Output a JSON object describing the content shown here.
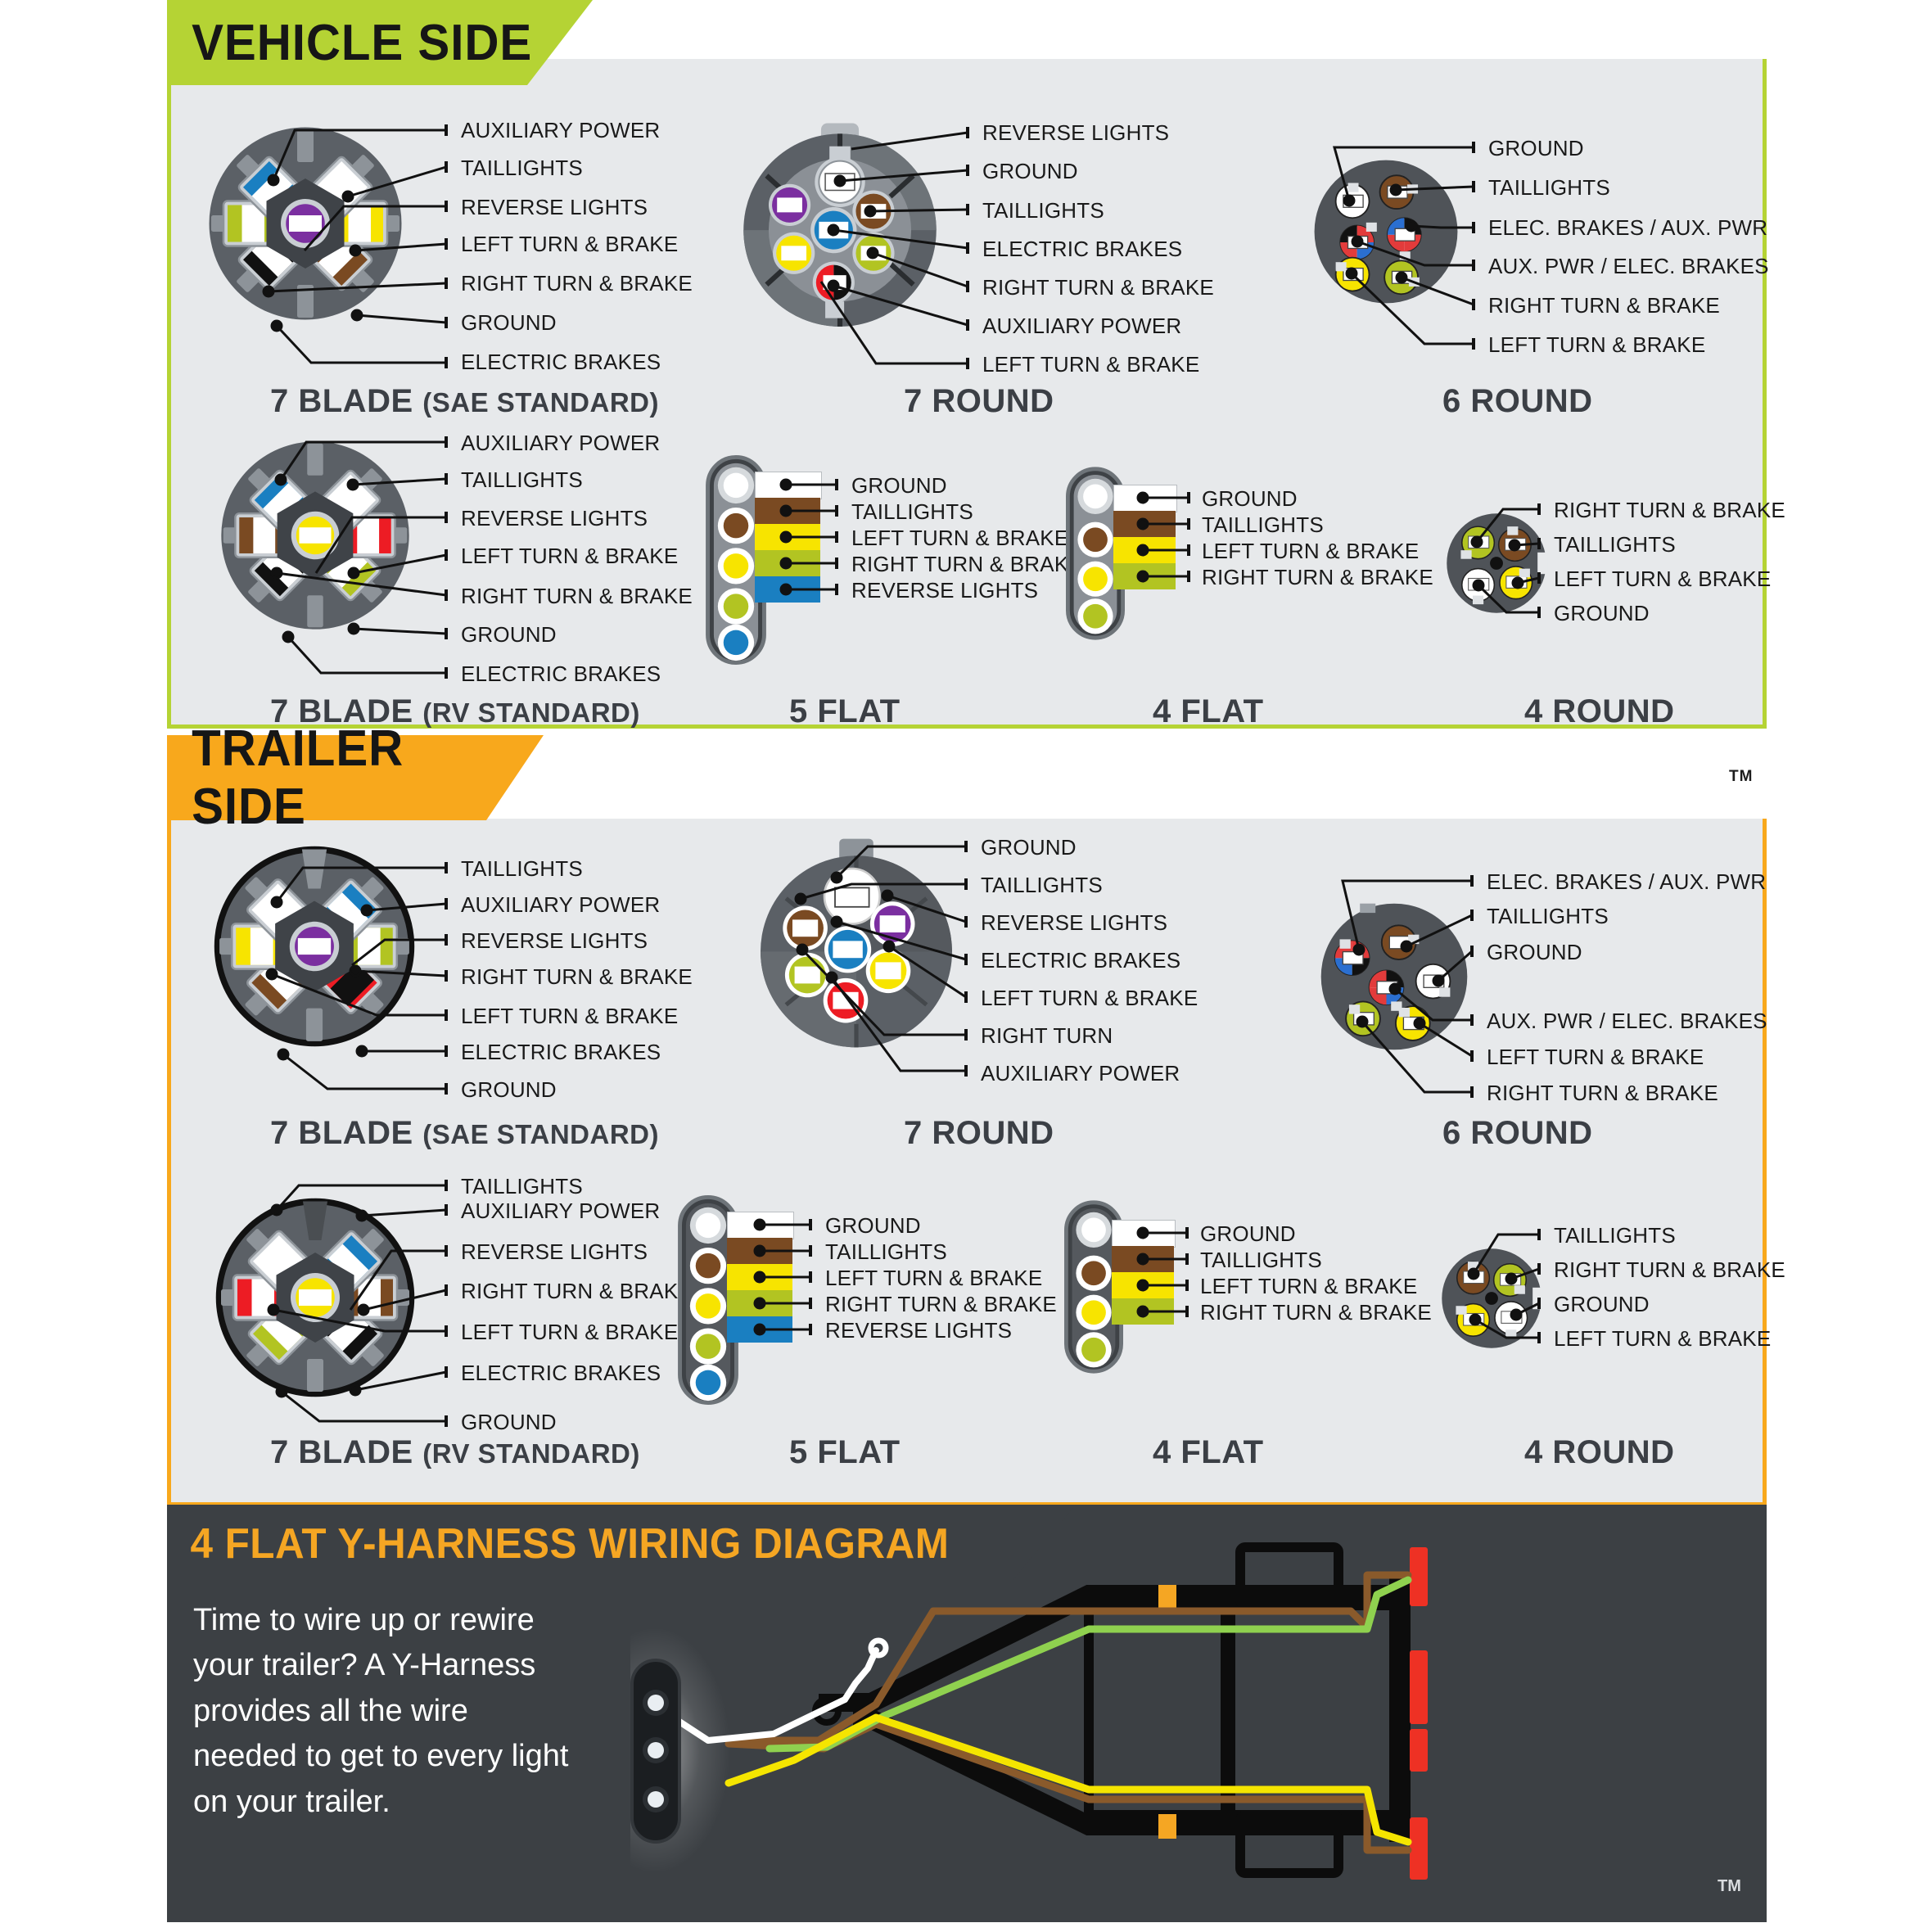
{
  "colors": {
    "vehicle_banner": "#b5d334",
    "trailer_banner": "#f8a81c",
    "panel_bg": "#e7e9eb",
    "dark_block": "#3c4044",
    "accent_orange": "#f5a623",
    "title_gray": "#3b3f45",
    "wire_white": "#ffffff",
    "wire_brown": "#7a4a22",
    "wire_yellow": "#f7e400",
    "wire_green": "#b2c422",
    "wire_blue": "#1a7fc1",
    "wire_red": "#ed1c24",
    "wire_black": "#111111",
    "wire_purple": "#7b2fa0"
  },
  "sections": [
    {
      "id": "vehicle",
      "banner": "VEHICLE SIDE",
      "tm": "TM"
    },
    {
      "id": "trailer",
      "banner": "TRAILER SIDE",
      "tm": "TM"
    }
  ],
  "connectors": {
    "vehicle": [
      {
        "id": "v-7blade-sae",
        "title": "7 BLADE",
        "subtitle": "(SAE STANDARD)",
        "type": "blade7",
        "labels": [
          "AUXILIARY POWER",
          "TAILLIGHTS",
          "REVERSE LIGHTS",
          "LEFT TURN & BRAKE",
          "RIGHT TURN & BRAKE",
          "GROUND",
          "ELECTRIC BRAKES"
        ],
        "pin_colors": {
          "upper_left": "#111111",
          "upper_right": "#7a4a22",
          "left": "#b2c422",
          "center": "#7b2fa0",
          "right": "#f7e400",
          "lower_left": "#1a7fc1",
          "lower_right": "#ffffff"
        }
      },
      {
        "id": "v-7round",
        "title": "7 ROUND",
        "subtitle": "",
        "type": "round7",
        "labels": [
          "REVERSE LIGHTS",
          "GROUND",
          "TAILLIGHTS",
          "ELECTRIC BRAKES",
          "RIGHT TURN & BRAKE",
          "AUXILIARY POWER",
          "LEFT TURN & BRAKE"
        ],
        "pin_colors": {
          "top": "#ffffff",
          "upper_left": "#7b2fa0",
          "upper_right": "#7a4a22",
          "center": "#1a7fc1",
          "lower_left": "#f7e400",
          "lower_right": "#b2c422",
          "bottom": "#ed1c24"
        }
      },
      {
        "id": "v-6round",
        "title": "6 ROUND",
        "subtitle": "",
        "type": "round6",
        "labels": [
          "GROUND",
          "TAILLIGHTS",
          "ELEC. BRAKES / AUX. PWR",
          "AUX. PWR / ELEC. BRAKES",
          "RIGHT TURN & BRAKE",
          "LEFT TURN & BRAKE"
        ],
        "pin_colors": {
          "top_left": "#ffffff",
          "top_right": "#7a4a22",
          "mid_left": "#e23b3b",
          "mid_right": "#2b6fd0",
          "low_left": "#f7e400",
          "low_right": "#b2c422"
        }
      },
      {
        "id": "v-7blade-rv",
        "title": "7 BLADE",
        "subtitle": "(RV STANDARD)",
        "type": "blade7",
        "labels": [
          "AUXILIARY POWER",
          "TAILLIGHTS",
          "REVERSE LIGHTS",
          "LEFT TURN & BRAKE",
          "RIGHT TURN & BRAKE",
          "GROUND",
          "ELECTRIC BRAKES"
        ],
        "pin_colors": {
          "upper_left": "#111111",
          "upper_right": "#b2c422",
          "left": "#7a4a22",
          "center": "#f7e400",
          "right": "#ed1c24",
          "lower_left": "#1a7fc1",
          "lower_right": "#ffffff"
        }
      },
      {
        "id": "v-5flat",
        "title": "5 FLAT",
        "subtitle": "",
        "type": "flat5",
        "labels": [
          "GROUND",
          "TAILLIGHTS",
          "LEFT TURN & BRAKE",
          "RIGHT TURN & BRAKE",
          "REVERSE LIGHTS"
        ],
        "swatches": [
          "#ffffff",
          "#7a4a22",
          "#f7e400",
          "#b2c422",
          "#1a7fc1"
        ]
      },
      {
        "id": "v-4flat",
        "title": "4 FLAT",
        "subtitle": "",
        "type": "flat4",
        "labels": [
          "GROUND",
          "TAILLIGHTS",
          "LEFT TURN & BRAKE",
          "RIGHT TURN & BRAKE"
        ],
        "swatches": [
          "#ffffff",
          "#7a4a22",
          "#f7e400",
          "#b2c422"
        ]
      },
      {
        "id": "v-4round",
        "title": "4 ROUND",
        "subtitle": "",
        "type": "round4",
        "labels": [
          "RIGHT TURN & BRAKE",
          "TAILLIGHTS",
          "LEFT TURN & BRAKE",
          "GROUND"
        ],
        "pin_colors": {
          "top_left": "#b2c422",
          "top_right": "#7a4a22",
          "low_left": "#ffffff",
          "low_right": "#f7e400"
        }
      }
    ],
    "trailer": [
      {
        "id": "t-7blade-sae",
        "title": "7 BLADE",
        "subtitle": "(SAE STANDARD)",
        "type": "blade7",
        "labels": [
          "TAILLIGHTS",
          "AUXILIARY POWER",
          "REVERSE LIGHTS",
          "RIGHT TURN & BRAKE",
          "LEFT TURN & BRAKE",
          "ELECTRIC BRAKES",
          "GROUND"
        ],
        "pin_colors": {
          "upper_left": "#7a4a22",
          "upper_right": "#ed1c24",
          "left": "#f7e400",
          "center": "#7b2fa0",
          "right": "#b2c422",
          "lower_left": "#ffffff",
          "lower_right": "#1a7fc1"
        }
      },
      {
        "id": "t-7round",
        "title": "7 ROUND",
        "subtitle": "",
        "type": "round7",
        "labels": [
          "GROUND",
          "TAILLIGHTS",
          "REVERSE LIGHTS",
          "ELECTRIC BRAKES",
          "LEFT TURN & BRAKE",
          "RIGHT TURN",
          "AUXILIARY POWER"
        ],
        "pin_colors": {
          "top": "#ffffff",
          "upper_left": "#7a4a22",
          "upper_right": "#7b2fa0",
          "center": "#1a7fc1",
          "lower_left": "#b2c422",
          "lower_right": "#f7e400",
          "bottom": "#ed1c24"
        }
      },
      {
        "id": "t-6round",
        "title": "6 ROUND",
        "subtitle": "",
        "type": "round6",
        "labels": [
          "ELEC. BRAKES / AUX. PWR",
          "TAILLIGHTS",
          "GROUND",
          "AUX. PWR / ELEC. BRAKES",
          "LEFT TURN & BRAKE",
          "RIGHT TURN & BRAKE"
        ],
        "pin_colors": {
          "top_left": "#e23b3b",
          "top_right": "#7a4a22",
          "mid_left": "#2b6fd0",
          "mid_right": "#ffffff",
          "low_left": "#b2c422",
          "low_right": "#f7e400"
        }
      },
      {
        "id": "t-7blade-rv",
        "title": "7 BLADE",
        "subtitle": "(RV STANDARD)",
        "type": "blade7",
        "labels": [
          "TAILLIGHTS",
          "AUXILIARY POWER",
          "REVERSE LIGHTS",
          "RIGHT TURN & BRAKE",
          "LEFT TURN & BRAKE",
          "ELECTRIC BRAKES",
          "GROUND"
        ],
        "pin_colors": {
          "upper_left": "#b2c422",
          "upper_right": "#111111",
          "left": "#ed1c24",
          "center": "#f7e400",
          "right": "#7a4a22",
          "lower_left": "#ffffff",
          "lower_right": "#1a7fc1"
        }
      },
      {
        "id": "t-5flat",
        "title": "5 FLAT",
        "subtitle": "",
        "type": "flat5",
        "labels": [
          "GROUND",
          "TAILLIGHTS",
          "LEFT TURN & BRAKE",
          "RIGHT TURN & BRAKE",
          "REVERSE LIGHTS"
        ],
        "swatches": [
          "#ffffff",
          "#7a4a22",
          "#f7e400",
          "#b2c422",
          "#1a7fc1"
        ]
      },
      {
        "id": "t-4flat",
        "title": "4 FLAT",
        "subtitle": "",
        "type": "flat4",
        "labels": [
          "GROUND",
          "TAILLIGHTS",
          "LEFT TURN & BRAKE",
          "RIGHT TURN & BRAKE"
        ],
        "swatches": [
          "#ffffff",
          "#7a4a22",
          "#f7e400",
          "#b2c422"
        ]
      },
      {
        "id": "t-4round",
        "title": "4 ROUND",
        "subtitle": "",
        "type": "round4",
        "labels": [
          "TAILLIGHTS",
          "RIGHT TURN & BRAKE",
          "GROUND",
          "LEFT TURN & BRAKE"
        ],
        "pin_colors": {
          "top_left": "#7a4a22",
          "top_right": "#b2c422",
          "low_left": "#f7e400",
          "low_right": "#ffffff"
        }
      }
    ]
  },
  "yharness": {
    "banner": "4 FLAT Y-HARNESS WIRING DIAGRAM",
    "body": "Time to wire up or rewire your trailer? A Y-Harness provides all the wire needed to get to every light on your trailer.",
    "tm": "TM"
  }
}
